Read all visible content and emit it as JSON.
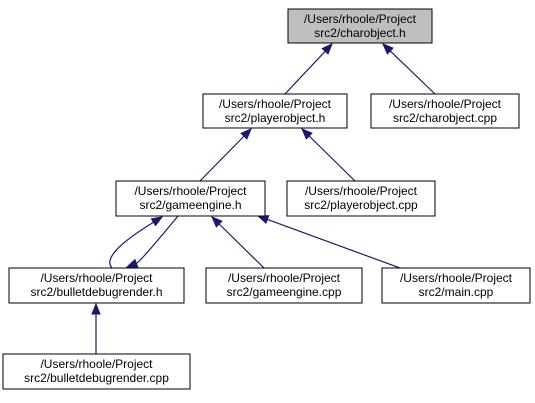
{
  "graph": {
    "colors": {
      "focus_fill": "#bfbfbf",
      "node_fill": "#ffffff",
      "node_border": "#000000",
      "edge": "#191970"
    },
    "nodes": [
      {
        "id": "charobject_h",
        "line1": "/Users/rhoole/Project",
        "line2": "src2/charobject.h",
        "focus": true
      },
      {
        "id": "playerobject_h",
        "line1": "/Users/rhoole/Project",
        "line2": "src2/playerobject.h",
        "focus": false
      },
      {
        "id": "charobject_cpp",
        "line1": "/Users/rhoole/Project",
        "line2": "src2/charobject.cpp",
        "focus": false
      },
      {
        "id": "gameengine_h",
        "line1": "/Users/rhoole/Project",
        "line2": "src2/gameengine.h",
        "focus": false
      },
      {
        "id": "playerobject_cpp",
        "line1": "/Users/rhoole/Project",
        "line2": "src2/playerobject.cpp",
        "focus": false
      },
      {
        "id": "bulletdebugrender_h",
        "line1": "/Users/rhoole/Project",
        "line2": "src2/bulletdebugrender.h",
        "focus": false
      },
      {
        "id": "gameengine_cpp",
        "line1": "/Users/rhoole/Project",
        "line2": "src2/gameengine.cpp",
        "focus": false
      },
      {
        "id": "main_cpp",
        "line1": "/Users/rhoole/Project",
        "line2": "src2/main.cpp",
        "focus": false
      },
      {
        "id": "bulletdebugrender_cpp",
        "line1": "/Users/rhoole/Project",
        "line2": "src2/bulletdebugrender.cpp",
        "focus": false
      }
    ],
    "edges": [
      {
        "from": "playerobject_h",
        "to": "charobject_h"
      },
      {
        "from": "charobject_cpp",
        "to": "charobject_h"
      },
      {
        "from": "gameengine_h",
        "to": "playerobject_h"
      },
      {
        "from": "playerobject_cpp",
        "to": "playerobject_h"
      },
      {
        "from": "bulletdebugrender_h",
        "to": "gameengine_h"
      },
      {
        "from": "gameengine_h",
        "to": "bulletdebugrender_h"
      },
      {
        "from": "gameengine_cpp",
        "to": "gameengine_h"
      },
      {
        "from": "main_cpp",
        "to": "gameengine_h"
      },
      {
        "from": "bulletdebugrender_cpp",
        "to": "bulletdebugrender_h"
      }
    ]
  }
}
